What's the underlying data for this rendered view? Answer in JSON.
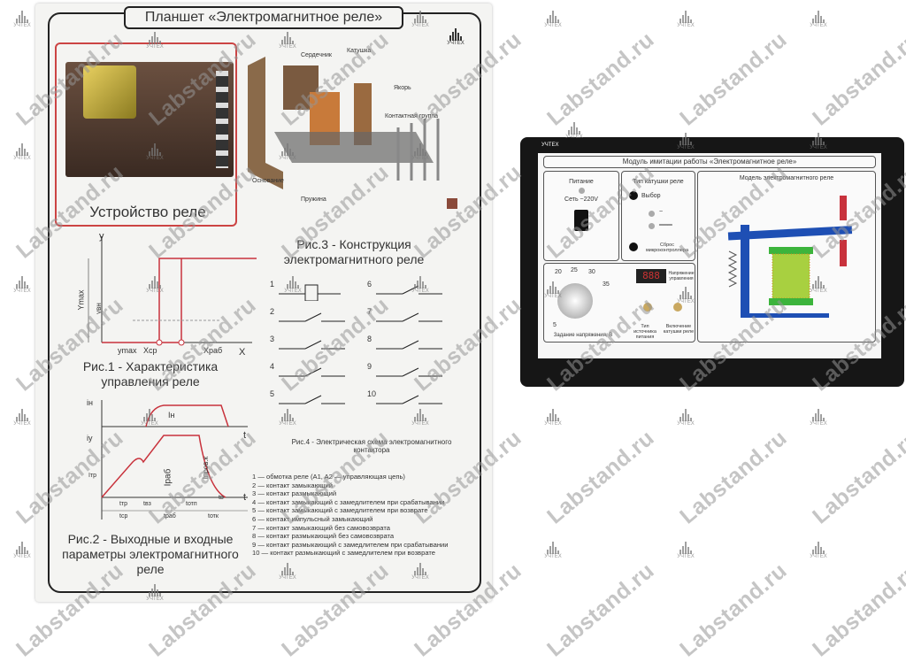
{
  "poster": {
    "title": "Планшет «Электромагнитное реле»",
    "relay_caption": "Устройство реле",
    "fig1": {
      "caption_1": "Рис.1 - Характеристика",
      "caption_2": "управления реле",
      "y": "y",
      "x": "X",
      "ymax": "ymax",
      "yvn": "yвн",
      "xcp": "Xср",
      "xrab": "Xраб",
      "ymax_axis": "Ymax"
    },
    "fig2": {
      "caption_1": "Рис.2 - Выходные и входные",
      "caption_2": "параметры электромагнитного",
      "caption_3": "реле",
      "in": "iн",
      "iy": "iу",
      "In": "Iн",
      "Irab": "Iраб",
      "Iprov": "Iпров.к",
      "t": "t",
      "ttr": "tтр",
      "tcp": "tср",
      "tvz": "tвз",
      "trab": "tраб",
      "totp": "tотп",
      "totk": "tотк",
      "tv": "tв",
      "Itr": "Iтр"
    },
    "fig3": {
      "caption_1": "Рис.3 - Конструкция",
      "caption_2": "электромагнитного реле",
      "labels": [
        "Сердечник",
        "Катушка",
        "Якорь",
        "Контактная группа",
        "Основание",
        "Пружина"
      ]
    },
    "fig4": {
      "caption_1": "Рис.4 - Электрическая схема электромагнитного",
      "caption_2": "контактора",
      "numbers": [
        "1",
        "2",
        "3",
        "4",
        "5",
        "6",
        "7",
        "8",
        "9",
        "10"
      ]
    },
    "legend": [
      "1 — обмотка реле (A1, A2 — управляющая цепь)",
      "2 — контакт замыкающий",
      "3 — контакт размыкающий",
      "4 — контакт замыкающий с замедлителем при срабатывании",
      "5 — контакт замыкающий с замедлителем при возврате",
      "6 — контакт импульсный замыкающий",
      "7 — контакт замыкающий без самовозврата",
      "8 — контакт размыкающий без самовозврата",
      "9 — контакт размыкающий с замедлителем при срабатывании",
      "10 — контакт размыкающий с замедлителем при возврате"
    ]
  },
  "panel": {
    "brand": "УЧТЕХ",
    "title": "Модуль имитации работы «Электромагнитное реле»",
    "power": {
      "label": "Питание",
      "sub": "Сеть ~220V"
    },
    "coil_type": {
      "label": "Тип катушки реле",
      "select": "Выбор",
      "ac": "~",
      "dc": "═══",
      "reset": "Сброс микроконтроллера"
    },
    "model_label": "Модель электромагнитного реле",
    "knob": {
      "label": "Задание напряжения, В",
      "ticks": [
        "20",
        "25",
        "30",
        "35",
        "5"
      ]
    },
    "display": {
      "value": "888",
      "label": "Напряжение управления"
    },
    "switch1": {
      "label": "Тип источника питания"
    },
    "switch2": {
      "label": "Включение катушки реле"
    }
  },
  "watermark": {
    "text": "Labstand.ru",
    "logo": "УЧТЕХ"
  },
  "colors": {
    "red": "#c8323c",
    "blue": "#1e4fb4",
    "green": "#3cb43c"
  }
}
